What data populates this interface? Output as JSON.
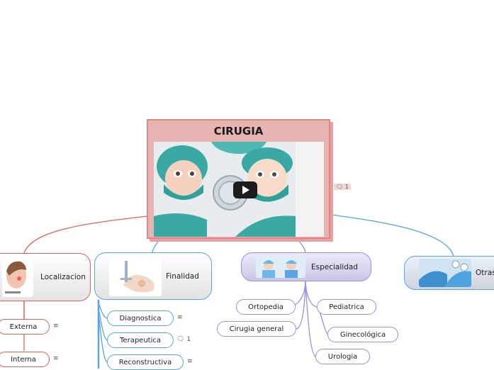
{
  "central": {
    "title": "CIRUGIA",
    "media": "video",
    "comment_count": "1"
  },
  "branches": [
    {
      "label": "Localizacion",
      "color": "#e66060",
      "children": [
        {
          "label": "Externa",
          "note": true
        },
        {
          "label": "Interna",
          "note": true
        }
      ]
    },
    {
      "label": "Finalidad",
      "color": "#5aa4e6",
      "children": [
        {
          "label": "Diagnostica",
          "note": true
        },
        {
          "label": "Terapeutica",
          "comment_count": "1"
        },
        {
          "label": "Reconstructiva",
          "note": true
        }
      ]
    },
    {
      "label": "Especialidad",
      "color": "#9b8fe0",
      "children": [
        {
          "label": "Ortopedia"
        },
        {
          "label": "Cirugia general"
        },
        {
          "label": "Pediatrica"
        },
        {
          "label": "Ginecológica"
        },
        {
          "label": "Urologia"
        }
      ]
    },
    {
      "label": "Otras",
      "color": "#5aa4e6",
      "children": []
    }
  ],
  "icons": {
    "note": "≡",
    "comment": "🗨"
  }
}
